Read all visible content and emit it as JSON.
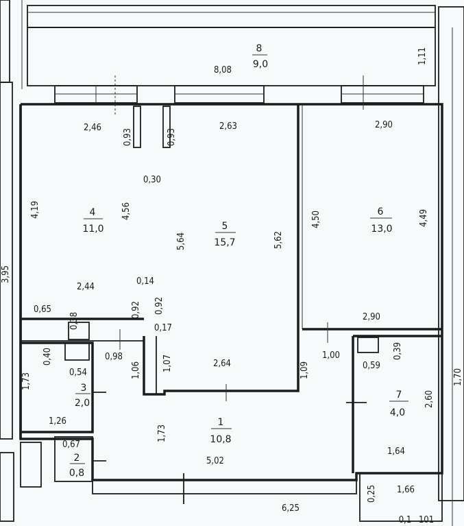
{
  "rooms": [
    {
      "id": "r8",
      "number": "8",
      "area": "9,0"
    },
    {
      "id": "r4",
      "number": "4",
      "area": "11,0"
    },
    {
      "id": "r5",
      "number": "5",
      "area": "15,7"
    },
    {
      "id": "r6",
      "number": "6",
      "area": "13,0"
    },
    {
      "id": "r3",
      "number": "3",
      "area": "2,0"
    },
    {
      "id": "r2",
      "number": "2",
      "area": "0,8"
    },
    {
      "id": "r1",
      "number": "1",
      "area": "10,8"
    },
    {
      "id": "r7",
      "number": "7",
      "area": "4,0"
    }
  ],
  "dimensions": [
    {
      "id": "d-808",
      "text": "8,08"
    },
    {
      "id": "d-111",
      "text": "1,11"
    },
    {
      "id": "d-246",
      "text": "2,46"
    },
    {
      "id": "d-093a",
      "text": "0,93"
    },
    {
      "id": "d-093b",
      "text": "0,93"
    },
    {
      "id": "d-263",
      "text": "2,63"
    },
    {
      "id": "d-290a",
      "text": "2,90"
    },
    {
      "id": "d-030",
      "text": "0,30"
    },
    {
      "id": "d-419",
      "text": "4,19"
    },
    {
      "id": "d-456",
      "text": "4,56"
    },
    {
      "id": "d-564",
      "text": "5,64"
    },
    {
      "id": "d-562",
      "text": "5,62"
    },
    {
      "id": "d-450",
      "text": "4,50"
    },
    {
      "id": "d-449",
      "text": "4,49"
    },
    {
      "id": "d-395",
      "text": "3,95"
    },
    {
      "id": "d-244",
      "text": "2,44"
    },
    {
      "id": "d-014",
      "text": "0,14"
    },
    {
      "id": "d-092a",
      "text": "0,92"
    },
    {
      "id": "d-092b",
      "text": "0,92"
    },
    {
      "id": "d-065",
      "text": "0,65"
    },
    {
      "id": "d-038",
      "text": "0,38"
    },
    {
      "id": "d-017",
      "text": "0,17"
    },
    {
      "id": "d-290b",
      "text": "2,90"
    },
    {
      "id": "d-040",
      "text": "0,40"
    },
    {
      "id": "d-098",
      "text": "0,98"
    },
    {
      "id": "d-106",
      "text": "1,06"
    },
    {
      "id": "d-107",
      "text": "1,07"
    },
    {
      "id": "d-264",
      "text": "2,64"
    },
    {
      "id": "d-109",
      "text": "1,09"
    },
    {
      "id": "d-100",
      "text": "1,00"
    },
    {
      "id": "d-059",
      "text": "0,59"
    },
    {
      "id": "d-039",
      "text": "0,39"
    },
    {
      "id": "d-054",
      "text": "0,54"
    },
    {
      "id": "d-173a",
      "text": "1,73"
    },
    {
      "id": "d-126",
      "text": "1,26"
    },
    {
      "id": "d-260",
      "text": "2,60"
    },
    {
      "id": "d-173b",
      "text": "1,73"
    },
    {
      "id": "d-067",
      "text": "0,67"
    },
    {
      "id": "d-502",
      "text": "5,02"
    },
    {
      "id": "d-164",
      "text": "1,64"
    },
    {
      "id": "d-025",
      "text": "0,25"
    },
    {
      "id": "d-166",
      "text": "1,66"
    },
    {
      "id": "d-625",
      "text": "6,25"
    },
    {
      "id": "d-01",
      "text": "0,1"
    },
    {
      "id": "d-101",
      "text": "101"
    },
    {
      "id": "d-170",
      "text": "1,70"
    }
  ]
}
